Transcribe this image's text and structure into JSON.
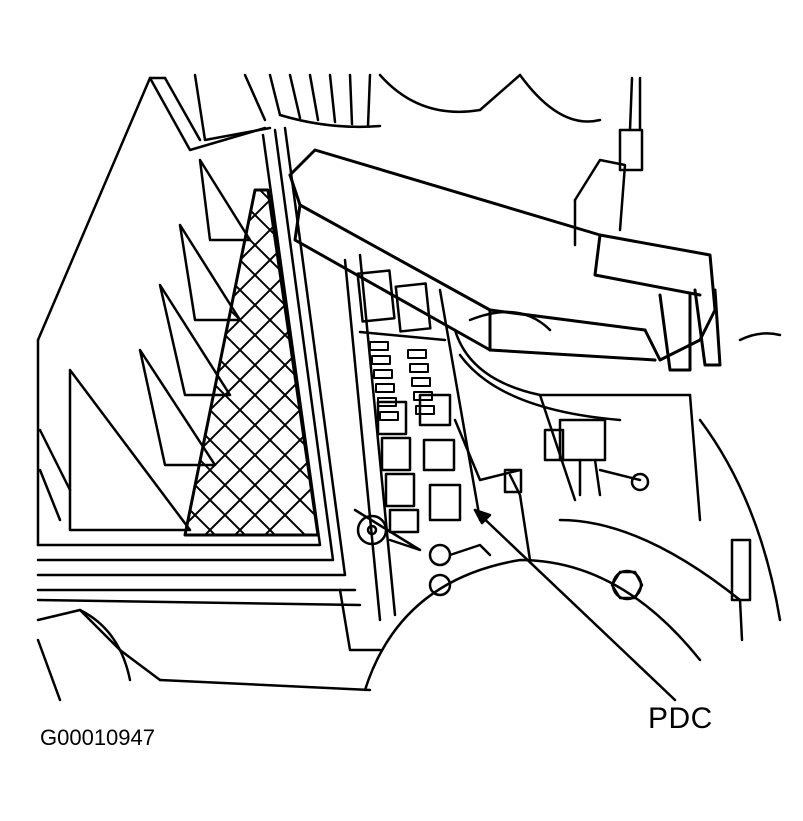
{
  "diagram": {
    "type": "technical-line-art",
    "subject": "Engine compartment showing Power Distribution Center location",
    "callouts": [
      {
        "label": "PDC",
        "target": "power-distribution-center"
      }
    ],
    "figure_id": "G00010947",
    "colors": {
      "line": "#000000",
      "background": "#ffffff"
    }
  }
}
